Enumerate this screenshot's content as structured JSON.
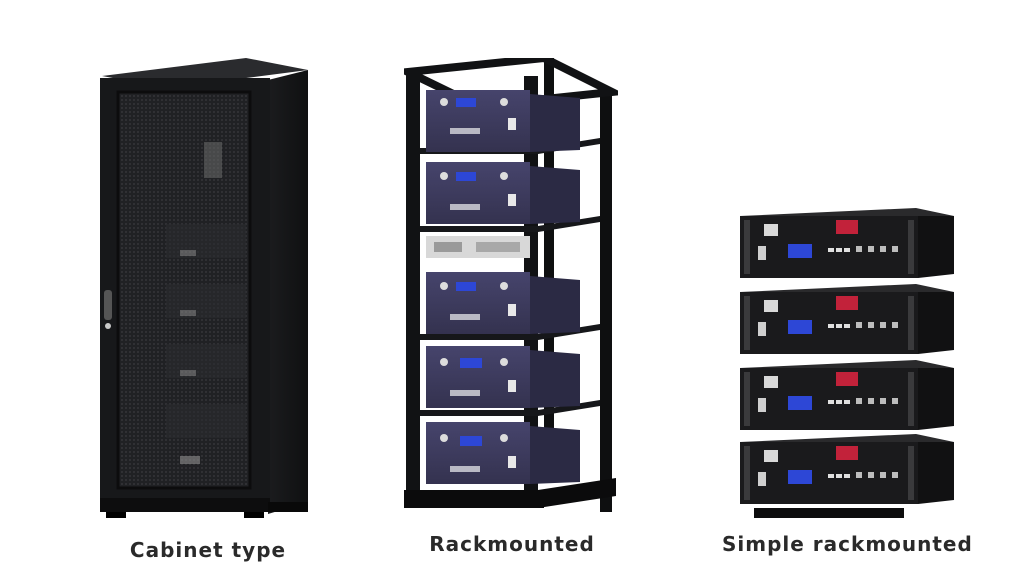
{
  "products": [
    {
      "label": "Cabinet type"
    },
    {
      "label": "Rackmounted"
    },
    {
      "label": "Simple rackmounted"
    }
  ],
  "colors": {
    "background": "#ffffff",
    "cabinet": "#1c1d1f",
    "rack_frame": "#111214",
    "module_panel": "#3f3d62",
    "module_body": "#2c2b45",
    "battery_black": "#1a1a1c",
    "terminal_red": "#c2223a",
    "lcd_blue": "#2d47d6",
    "caption_text": "#2a2a2a"
  }
}
